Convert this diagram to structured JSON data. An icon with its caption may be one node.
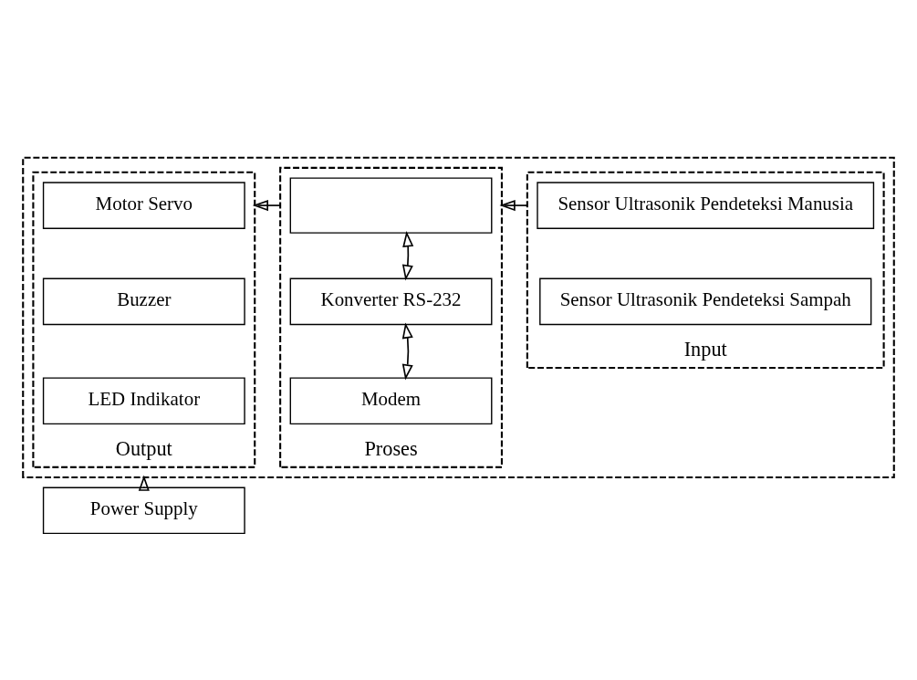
{
  "diagram": {
    "nodes": [
      {
        "text": [],
        "shape": "box"
      },
      {
        "text": [
          "Input"
        ],
        "in": 0
      },
      {
        "text": [
          "Sensor Ultrasonik Pendeteksi Manusia"
        ],
        "in": 1
      },
      {
        "text": [
          "Sensor Ultrasonik Pendeteksi Sampah"
        ],
        "in": 1
      },
      {
        "text": [
          "Proses"
        ],
        "in": 0
      },
      {
        "text": [],
        "shape": "box",
        "in": 4
      },
      {
        "text": [
          "Konverter RS-232"
        ],
        "in": 4
      },
      {
        "text": [
          "Modem"
        ],
        "in": 4
      },
      {
        "text": [
          "Output"
        ],
        "in": 0
      },
      {
        "text": [
          "Motor Servo"
        ],
        "in": 8
      },
      {
        "text": [
          "Buzzer"
        ],
        "in": 8
      },
      {
        "text": [
          "LED Indikator"
        ],
        "in": 8
      },
      {
        "text": [
          "Power Supply"
        ]
      }
    ],
    "edges": [
      {
        "from": 1,
        "to": 4,
        "arrow": "to"
      },
      {
        "from": 4,
        "to": 8,
        "arrow": "to"
      },
      {
        "from": 5,
        "to": 6,
        "arrow": "both"
      },
      {
        "from": 6,
        "to": 7,
        "arrow": "both"
      },
      {
        "from": 12,
        "to": 0,
        "arrow": "to"
      }
    ]
  }
}
